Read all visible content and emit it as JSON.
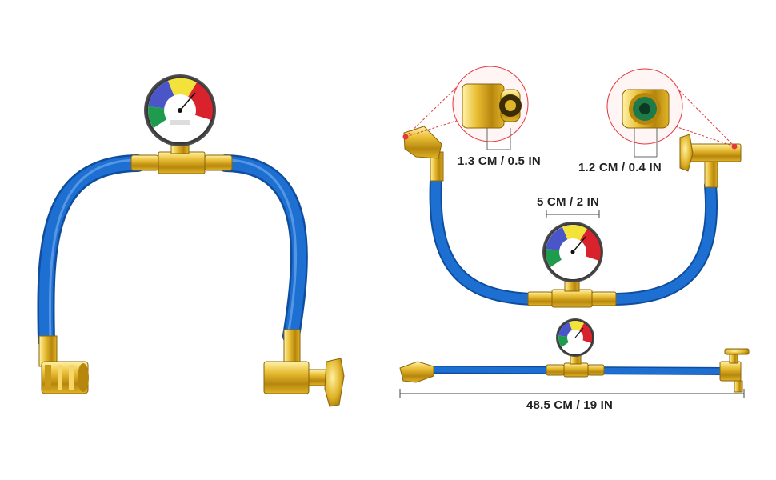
{
  "measurements": {
    "coupler_left": "1.3 CM / 0.5 IN",
    "coupler_right": "1.2 CM / 0.4 IN",
    "gauge_width": "5 CM / 2 IN",
    "hose_length": "48.5 CM / 19 IN"
  },
  "colors": {
    "hose_blue": "#1d6fd1",
    "brass": "#e0b428",
    "gauge_blue": "#4a55c8",
    "gauge_yellow": "#f2e23a",
    "gauge_red": "#d9232c",
    "gauge_green": "#1f9b4e",
    "callout_red": "#e3383d"
  },
  "icons": [
    "pressure-gauge-icon",
    "quick-coupler-icon",
    "valve-handle-icon"
  ]
}
